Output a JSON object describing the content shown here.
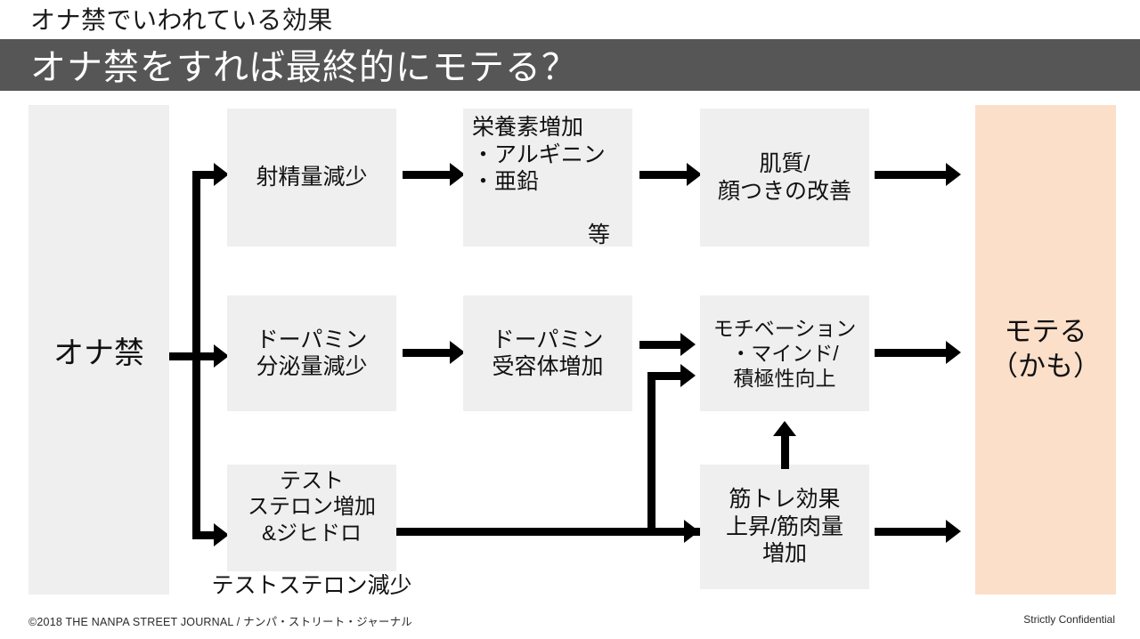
{
  "header": {
    "kicker": "オナ禁でいわれている効果",
    "title": "オナ禁をすれば最終的にモテる？",
    "bar_color": "#565656"
  },
  "diagram": {
    "source": {
      "label": "オナ禁",
      "fill": "#efefef"
    },
    "outcome": {
      "label": "モテる\n（かも）",
      "fill": "#fbdfc9"
    },
    "nodes": [
      {
        "id": "ejaculation",
        "label": "射精量減少"
      },
      {
        "id": "nutrients",
        "label": "栄養素増加\n・アルギニン\n・亜鉛",
        "note": "等"
      },
      {
        "id": "skin",
        "label": "肌質/\n顔つきの改善"
      },
      {
        "id": "dopamine-down",
        "label": "ドーパミン\n分泌量減少"
      },
      {
        "id": "receptor-up",
        "label": "ドーパミン\n受容体増加"
      },
      {
        "id": "motivation",
        "label": "モチベーション\n・マインド/\n積極性向上"
      },
      {
        "id": "testosterone",
        "label": "テスト\nステロン増加\n&ジヒドロ",
        "overflow": "テストステロン減少"
      },
      {
        "id": "muscle",
        "label": "筋トレ効果\n上昇/筋肉量\n増加"
      }
    ],
    "box_fill": "#efefef",
    "arrow_color": "#000000"
  },
  "footer": {
    "left": "©2018 THE NANPA STREET JOURNAL / ナンパ・ストリート・ジャーナル",
    "right": "Strictly Confidential"
  }
}
